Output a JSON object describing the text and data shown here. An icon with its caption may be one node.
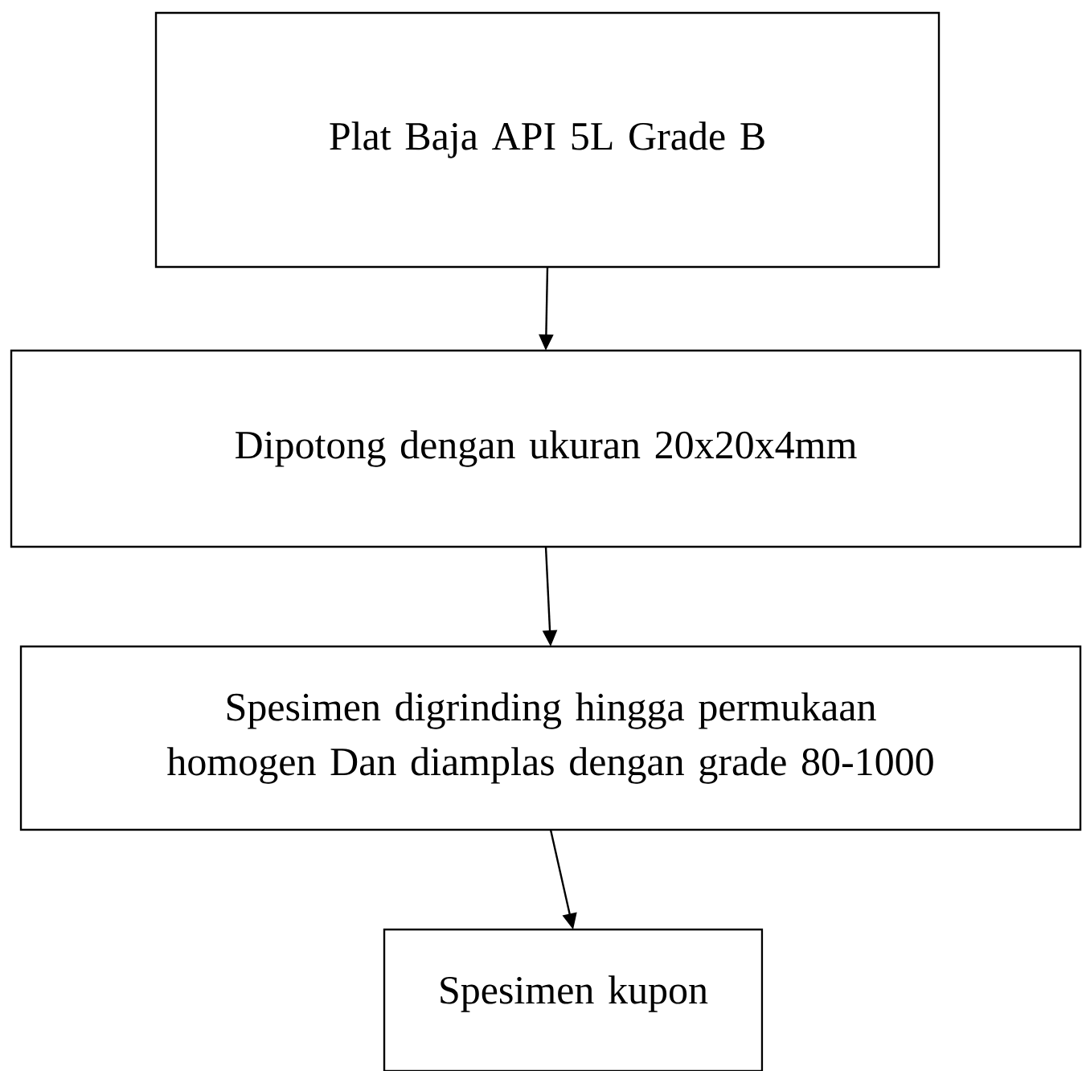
{
  "diagram": {
    "nodes": [
      {
        "text": [
          "Plat Baja API 5L Grade B"
        ]
      },
      {
        "text": [
          "Dipotong dengan ukuran 20x20x4mm"
        ]
      },
      {
        "text": [
          "Spesimen digrinding hingga permukaan homogen Dan diamplas dengan grade 80-1000"
        ]
      },
      {
        "text": [
          "Spesimen kupon"
        ]
      }
    ],
    "edges": [
      {
        "from": 0,
        "to": 1,
        "arrow": "to"
      },
      {
        "from": 1,
        "to": 2,
        "arrow": "to"
      },
      {
        "from": 2,
        "to": 3,
        "arrow": "to"
      }
    ]
  }
}
